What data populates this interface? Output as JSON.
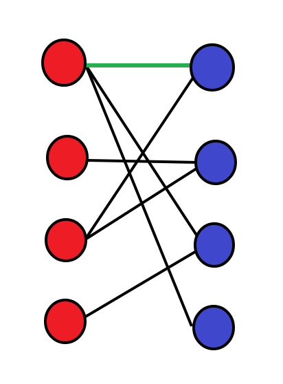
{
  "diagram": {
    "type": "bipartite-graph",
    "colors": {
      "left_node_fill": "#ee1c25",
      "right_node_fill": "#3f48cc",
      "node_stroke": "#000000",
      "edge_default": "#000000",
      "edge_highlight": "#22b14c",
      "background": "#ffffff"
    },
    "left_nodes": [
      {
        "id": "L1"
      },
      {
        "id": "L2"
      },
      {
        "id": "L3"
      },
      {
        "id": "L4"
      }
    ],
    "right_nodes": [
      {
        "id": "R1"
      },
      {
        "id": "R2"
      },
      {
        "id": "R3"
      },
      {
        "id": "R4"
      }
    ],
    "edges": [
      {
        "from": "L1",
        "to": "R1",
        "highlighted": true
      },
      {
        "from": "L1",
        "to": "R3",
        "highlighted": false
      },
      {
        "from": "L1",
        "to": "R4",
        "highlighted": false
      },
      {
        "from": "L2",
        "to": "R2",
        "highlighted": false
      },
      {
        "from": "L3",
        "to": "R1",
        "highlighted": false
      },
      {
        "from": "L3",
        "to": "R2",
        "highlighted": false
      },
      {
        "from": "L4",
        "to": "R3",
        "highlighted": false
      }
    ]
  }
}
